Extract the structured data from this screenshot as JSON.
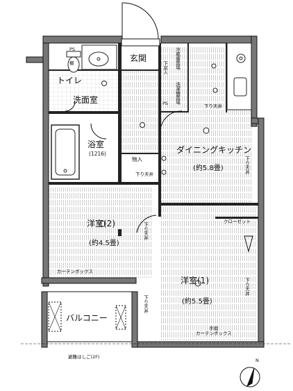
{
  "rooms": {
    "entrance": "玄関",
    "toilet": "トイレ",
    "washroom": "洗面室",
    "bath": "浴室",
    "bath_size": "(1216)",
    "storage": "物入",
    "dining_kitchen": "ダイニングキッチン",
    "dining_kitchen_size": "(約5.8畳)",
    "western2": "洋室(2)",
    "western2_size": "(約4.5畳)",
    "western1": "洋室(1)",
    "western1_size": "(約5.5畳)",
    "closet": "クローゼット",
    "balcony": "バルコニー",
    "fridge": "冷蔵庫置場",
    "washer": "洗濯機置場"
  },
  "labels": {
    "ps_top": "PS",
    "ps_mid": "PS",
    "shelf": "棚",
    "shoebox": "下足入",
    "lowered_ceiling": "下り天井",
    "curtain_box": "カーテンボックス",
    "handrail_curtain": "手摺\nカーテンボックス",
    "evacuation_ladder": "避難はしご(2F)",
    "north": "N"
  }
}
